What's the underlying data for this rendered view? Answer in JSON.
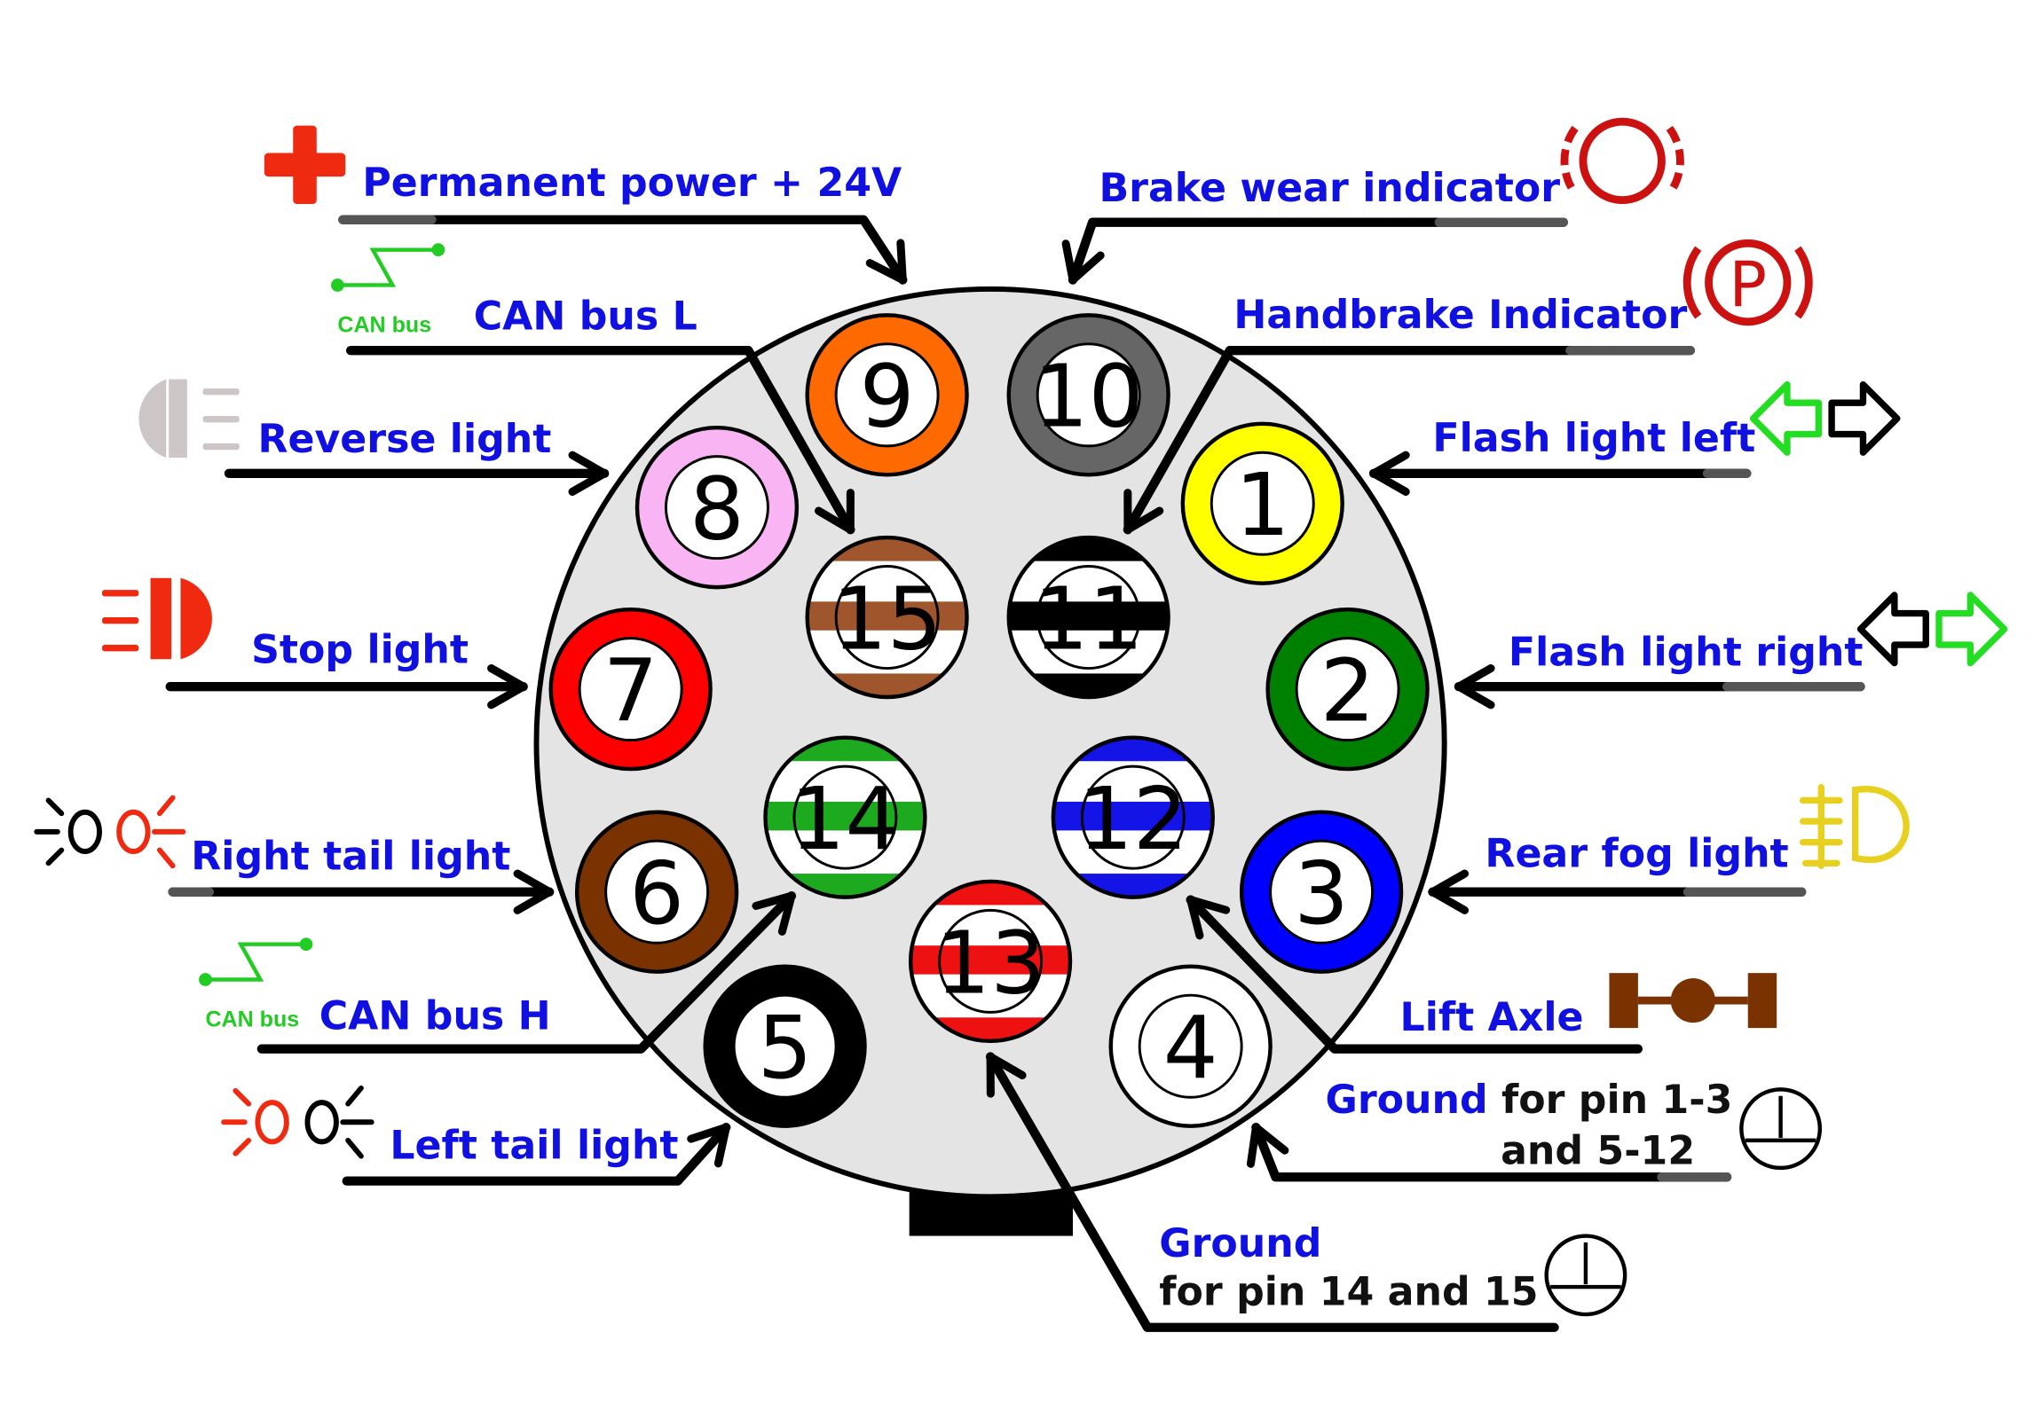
{
  "labels": {
    "permanent_power": "Permanent power + 24V",
    "brake_wear": "Brake wear indicator",
    "can_bus_l": "CAN bus L",
    "handbrake": "Handbrake Indicator",
    "reverse_light": "Reverse light",
    "flash_left": "Flash light left",
    "stop_light": "Stop light",
    "flash_right": "Flash light right",
    "right_tail": "Right tail light",
    "rear_fog": "Rear fog light",
    "can_bus_h": "CAN bus H",
    "lift_axle": "Lift Axle",
    "left_tail": "Left tail light",
    "ground1_word": "Ground",
    "ground1_rest": " for pin 1-3",
    "ground1_line2": "and 5-12",
    "ground2_word": "Ground",
    "ground2_line2": "for pin 14 and 15"
  },
  "icons": {
    "can_bus_text": "CAN bus",
    "parking_letter": "P"
  },
  "pins": [
    {
      "number": "1",
      "color": "#ffff00",
      "striped": false
    },
    {
      "number": "2",
      "color": "#008000",
      "striped": false
    },
    {
      "number": "3",
      "color": "#0000ff",
      "striped": false
    },
    {
      "number": "4",
      "color": "#ffffff",
      "striped": false
    },
    {
      "number": "5",
      "color": "#000000",
      "striped": false
    },
    {
      "number": "6",
      "color": "#7a3300",
      "striped": false
    },
    {
      "number": "7",
      "color": "#ff0000",
      "striped": false
    },
    {
      "number": "8",
      "color": "#f9b4f4",
      "striped": false
    },
    {
      "number": "9",
      "color": "#ff6a00",
      "striped": false
    },
    {
      "number": "10",
      "color": "#666666",
      "striped": false
    },
    {
      "number": "11",
      "color": "#000000",
      "striped": true
    },
    {
      "number": "12",
      "color": "#1414e6",
      "striped": true
    },
    {
      "number": "13",
      "color": "#ee1111",
      "striped": true
    },
    {
      "number": "14",
      "color": "#1eaa1e",
      "striped": true
    },
    {
      "number": "15",
      "color": "#a0562d",
      "striped": true
    }
  ],
  "colors": {
    "label": "#1010e0",
    "connector_face": "#e4e4e4",
    "icon_red": "#cc1111",
    "icon_green": "#22cc22"
  }
}
